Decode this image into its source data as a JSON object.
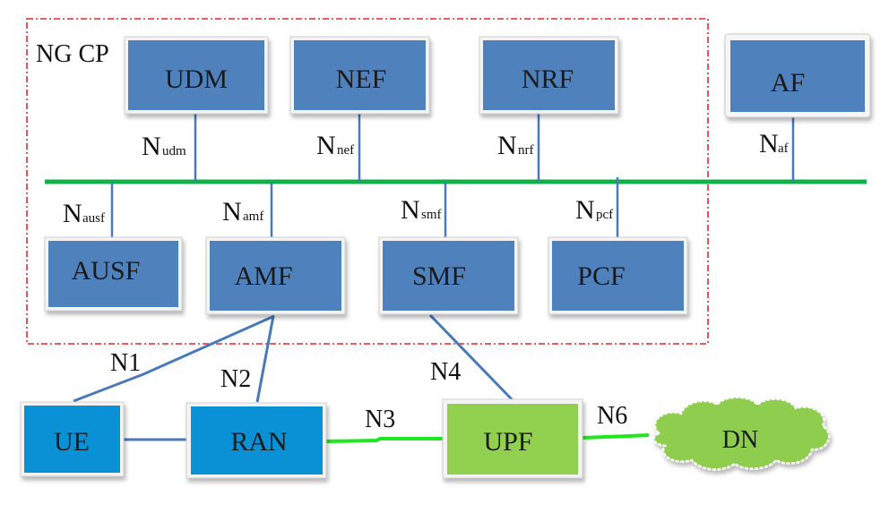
{
  "diagram": {
    "title": "5G Service-Based Architecture",
    "region": {
      "label": "NG CP",
      "border_color": "#e8262b"
    },
    "colors": {
      "cp_nf_fill": "#4f81bd",
      "ran_fill": "#0a90d4",
      "upf_fill": "#92d050",
      "dn_fill": "#8fcd4f",
      "sbi_bus": "#10b04a",
      "control_link": "#4a79b8",
      "user_plane_link": "#1ee81e"
    },
    "network_functions": {
      "udm": "UDM",
      "nef": "NEF",
      "nrf": "NRF",
      "af": "AF",
      "ausf": "AUSF",
      "amf": "AMF",
      "smf": "SMF",
      "pcf": "PCF",
      "ue": "UE",
      "ran": "RAN",
      "upf": "UPF",
      "dn": "DN"
    },
    "service_interfaces": {
      "udm": {
        "main": "N",
        "sub": "udm"
      },
      "nef": {
        "main": "N",
        "sub": "nef"
      },
      "nrf": {
        "main": "N",
        "sub": "nrf"
      },
      "af": {
        "main": "N",
        "sub": "af"
      },
      "ausf": {
        "main": "N",
        "sub": "ausf"
      },
      "amf": {
        "main": "N",
        "sub": "amf"
      },
      "smf": {
        "main": "N",
        "sub": "smf"
      },
      "pcf": {
        "main": "N",
        "sub": "pcf"
      }
    },
    "reference_points": {
      "n1": "N1",
      "n2": "N2",
      "n3": "N3",
      "n4": "N4",
      "n6": "N6"
    },
    "links": [
      {
        "from": "UE",
        "to": "AMF",
        "label": "N1"
      },
      {
        "from": "RAN",
        "to": "AMF",
        "label": "N2"
      },
      {
        "from": "RAN",
        "to": "UPF",
        "label": "N3"
      },
      {
        "from": "SMF",
        "to": "UPF",
        "label": "N4"
      },
      {
        "from": "UPF",
        "to": "DN",
        "label": "N6"
      },
      {
        "from": "UE",
        "to": "RAN",
        "label": ""
      }
    ]
  }
}
